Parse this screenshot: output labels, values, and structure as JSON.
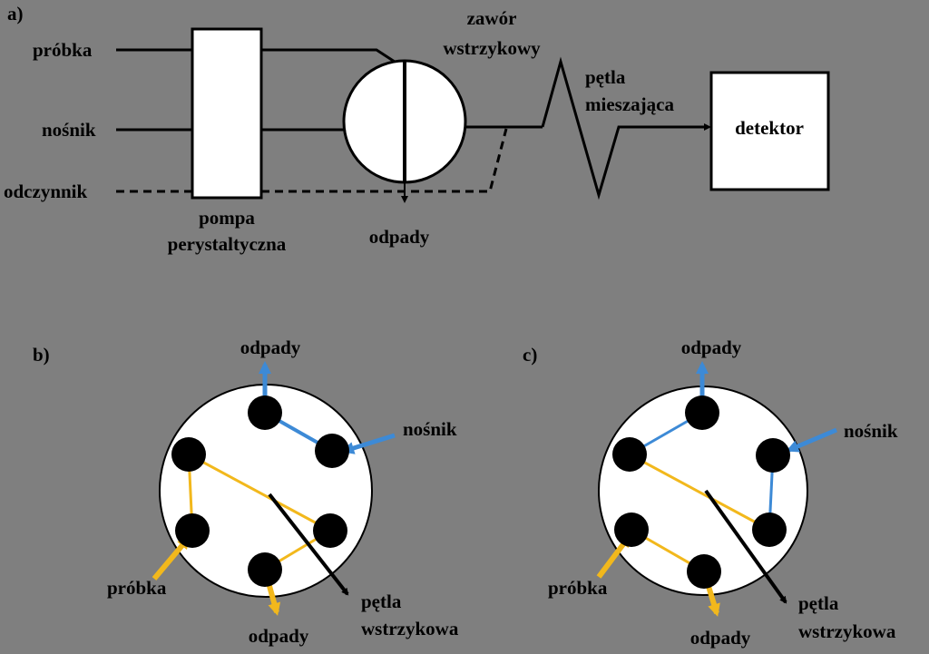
{
  "panel_a": {
    "letter": "a)",
    "inputs": {
      "sample": "próbka",
      "carrier": "nośnik",
      "reagent": "odczynnik"
    },
    "pump": [
      "pompa",
      "perystaltyczna"
    ],
    "valve": [
      "zawór",
      "wstrzykowy"
    ],
    "loop": [
      "pętla",
      "mieszająca"
    ],
    "detector": "detektor",
    "waste": "odpady"
  },
  "panel_b": {
    "letter": "b)",
    "waste_top": "odpady",
    "carrier": "nośnik",
    "sample": "próbka",
    "waste_bottom": "odpady",
    "loop": [
      "pętla",
      "wstrzykowa"
    ]
  },
  "panel_c": {
    "letter": "c)",
    "waste_top": "odpady",
    "carrier": "nośnik",
    "sample": "próbka",
    "waste_bottom": "odpady",
    "loop": [
      "pętla",
      "wstrzykowa"
    ]
  },
  "colors": {
    "background": "#7f7f7f",
    "carrier_line": "#3d8ad6",
    "sample_line": "#f2b81c",
    "port": "#000000",
    "valve_fill": "#ffffff"
  }
}
